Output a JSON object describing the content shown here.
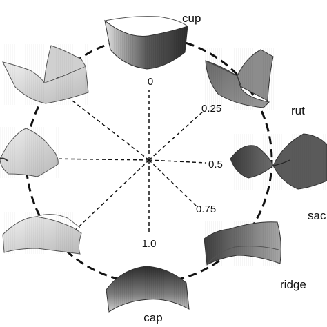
{
  "diagram": {
    "shapes": [
      {
        "name": "cup",
        "label": "cup",
        "icon": "cup-surface-icon"
      },
      {
        "name": "rut",
        "label": "rut",
        "icon": "rut-surface-icon"
      },
      {
        "name": "saddle",
        "label": "sac",
        "icon": "saddle-surface-icon"
      },
      {
        "name": "ridge",
        "label": "ridge",
        "icon": "ridge-surface-icon"
      },
      {
        "name": "cap",
        "label": "cap",
        "icon": "cap-surface-icon"
      },
      {
        "name": "ridge-mirror",
        "label": "",
        "icon": "ridge-surface-icon"
      },
      {
        "name": "saddle-mirror",
        "label": "",
        "icon": "saddle-surface-icon"
      },
      {
        "name": "rut-mirror",
        "label": "",
        "icon": "rut-surface-icon"
      }
    ],
    "scale_values": [
      "0",
      "0.25",
      "0.5",
      "0.75",
      "1.0"
    ],
    "colors": {
      "surface_dark": "#4a4a4a",
      "surface_mid": "#8a8a8a",
      "surface_light": "#d8d8d8",
      "line": "#111111"
    }
  }
}
